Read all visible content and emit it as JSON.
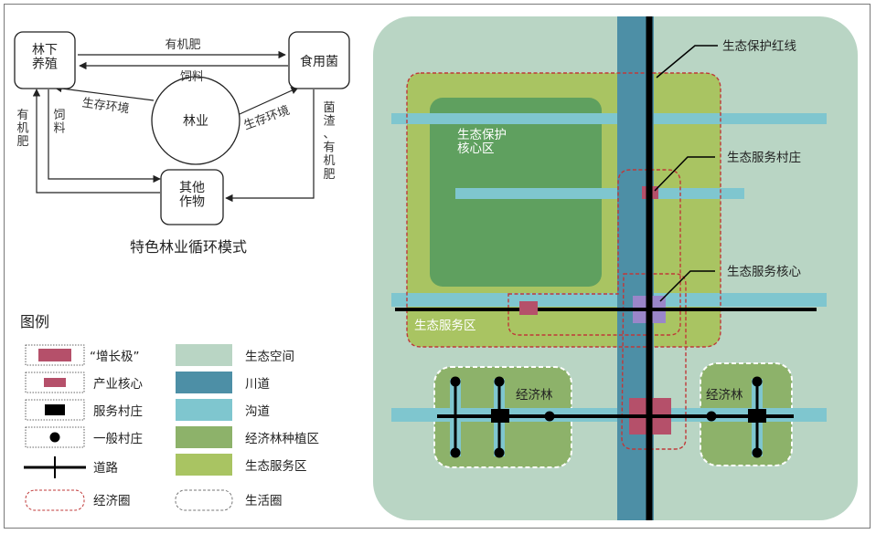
{
  "cycle_diagram": {
    "caption": "特色林业循环模式",
    "nodes": {
      "forest_farming": "林下\n养殖",
      "edible_fungi": "食用菌",
      "forestry": "林业",
      "other_crops": "其他\n作物"
    },
    "edges": {
      "manure_top": "有机肥",
      "feed_top": "饲料",
      "env_left": "生存环境",
      "env_right": "生存环境",
      "manure_left": "有\n机\n肥",
      "feed_left": "饲\n料",
      "residue_right": "菌\n渣\n、\n有\n机\n肥"
    }
  },
  "legend": {
    "title": "图例",
    "items_left": [
      "“增长极”",
      "产业核心",
      "服务村庄",
      "一般村庄",
      "道路",
      "经济圈"
    ],
    "items_right": [
      "生态空间",
      "川道",
      "沟道",
      "经济林种植区",
      "生态服务区",
      "生活圈"
    ]
  },
  "map": {
    "labels": {
      "red_line": "生态保护红线",
      "service_village": "生态服务村庄",
      "service_core": "生态服务核心",
      "protection_core": "生态保护\n核心区",
      "service_zone": "生态服务区",
      "economic_forest_left": "经济林",
      "economic_forest_right": "经济林"
    }
  },
  "colors": {
    "eco_space": "#b9d5c4",
    "river_valley": "#4d8fa6",
    "gully": "#7fc6cf",
    "economic_forest": "#8db26a",
    "service_zone": "#a9c462",
    "protection_core": "#5fa05f",
    "growth_pole": "#b5506a",
    "industry_core": "#b5506a",
    "service_core": "#9a86c9",
    "road": "#000000",
    "economic_circle": "#c03838",
    "living_circle": "#ffffff"
  }
}
